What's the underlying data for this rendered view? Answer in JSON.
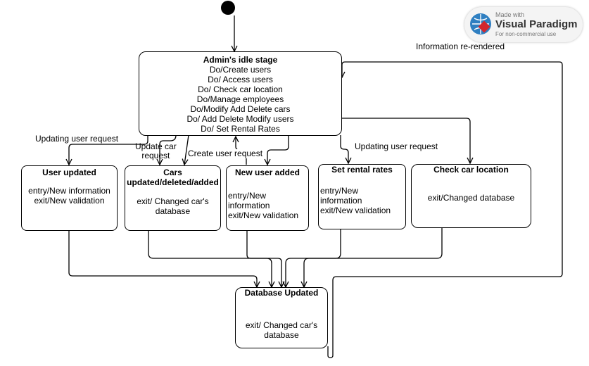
{
  "diagram": {
    "initial_state": "initial-node",
    "idle": {
      "title": "Admin's idle stage",
      "lines": [
        "Do/Create users",
        "Do/ Access users",
        "Do/ Check car location",
        "Do/Manage employees",
        "Do/Modify Add Delete cars",
        "Do/ Add Delete Modify users",
        "Do/ Set Rental Rates"
      ]
    },
    "states": {
      "user_updated": {
        "title": "User updated",
        "line1": "entry/New information",
        "line2": "exit/New validation"
      },
      "cars": {
        "title1": "Cars",
        "title2": "updated/deleted/added",
        "line1": "exit/ Changed car's",
        "line2": "database"
      },
      "new_user": {
        "title": "New user added",
        "line1": "entry/New",
        "line2": "information",
        "line3": "exit/New validation"
      },
      "rental": {
        "title": "Set rental rates",
        "line1": "entry/New",
        "line2": "information",
        "line3": "exit/New validation"
      },
      "location": {
        "title": "Check car location",
        "line1": "exit/Changed database"
      },
      "database": {
        "title": "Database Updated",
        "line1": "exit/ Changed car's",
        "line2": "database"
      }
    },
    "transitions": {
      "updating_user_left": "Updating user request",
      "update_car_1": "Update car",
      "update_car_2": "request",
      "create_user": "Create user request",
      "updating_user_right": "Updating user request",
      "rerendered": "Information re-rendered"
    }
  },
  "watermark": {
    "made_with": "Made with",
    "brand": "Visual Paradigm",
    "license": "For non-commercial use",
    "logo_icon": "visual-paradigm-logo-icon"
  }
}
